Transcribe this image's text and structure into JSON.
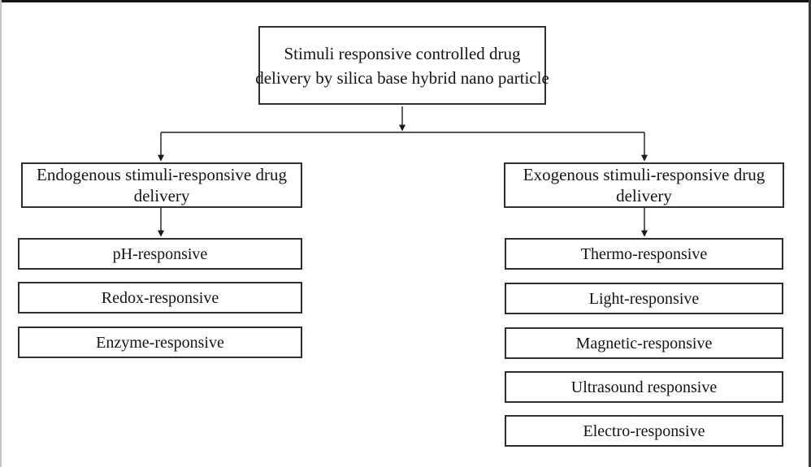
{
  "canvas": {
    "background": "#ffffff"
  },
  "frame": {
    "top_edge_color": "#131313",
    "right_edge_color": "#3a3a3a",
    "left_edge_color": "#c4c4c4"
  },
  "diagram": {
    "root": {
      "label": "Stimuli responsive controlled drug delivery by silica base hybrid nano particle",
      "lines": [
        "Stimuli responsive controlled drug",
        "delivery by silica base hybrid nano particle"
      ]
    },
    "branches": [
      {
        "header": {
          "label": "Endogenous stimuli-responsive drug delivery",
          "lines": [
            "Endogenous stimuli-responsive drug",
            "delivery"
          ]
        },
        "children": [
          "pH-responsive",
          "Redox-responsive",
          "Enzyme-responsive"
        ]
      },
      {
        "header": {
          "label": "Exogenous stimuli-responsive drug delivery",
          "lines": [
            "Exogenous stimuli-responsive drug",
            "delivery"
          ]
        },
        "children": [
          "Thermo-responsive",
          "Light-responsive",
          "Magnetic-responsive",
          "Ultrasound responsive",
          "Electro-responsive"
        ]
      }
    ],
    "style": {
      "box_border_color": "#2f2f2f",
      "connector_color": "#1a1a1a",
      "text_color": "#141414"
    }
  }
}
